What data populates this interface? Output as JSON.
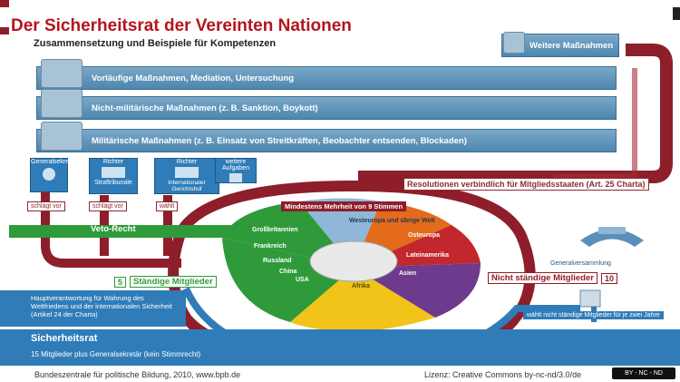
{
  "header": {
    "title": "Der Sicherheitsrat der Vereinten Nationen",
    "subtitle": "Zusammensetzung und Beispiele für Kompetenzen"
  },
  "measures": {
    "further": "Weitere Maßnahmen",
    "provisional": "Vorläufige Maßnahmen, Mediation, Untersuchung",
    "non_military": "Nicht-militärische Maßnahmen  (z. B. Sanktion, Boykott)",
    "military": "Militärische Maßnahmen (z. B. Einsatz von Streitkräften, Beobachter entsenden, Blockaden)"
  },
  "competences": {
    "secretary_general": "Generalsekretär",
    "judges_1": "Richter",
    "tribunals": "Straftribunale",
    "judges_2": "Richter",
    "icj": "Internationaler Gerichtshof",
    "further_tasks": "weitere Aufgaben",
    "proposes_1": "schlägt vor",
    "proposes_2": "schlägt vor",
    "elects": "wählt"
  },
  "council": {
    "resolutions": "Resolutionen verbindlich für Mitgliedsstaaten (Art. 25 Charta)",
    "majority": "Mindestens Mehrheit von 9 Stimmen",
    "veto": "Veto-Recht",
    "permanent_count": "5",
    "permanent_label": "Ständige Mitglieder",
    "nonpermanent_label": "Nicht ständige Mitglieder",
    "nonpermanent_count": "10",
    "responsibility": "Hauptverantwortung für Wahrung des Weltfriedens und der internationalen Sicherheit (Artikel 24 der Charta)",
    "name": "Sicherheitsrat",
    "composition": "15 Mitglieder plus Generalsekretär (kein Stimmrecht)",
    "general_assembly": "Generalversammlung",
    "elects_nonpermanent": "wählt nicht ständige Mitglieder für je zwei Jahre"
  },
  "seats": {
    "uk": "Großbritannien",
    "france": "Frankreich",
    "russia": "Russland",
    "china": "China",
    "usa": "USA",
    "weu": "Westeuropa und übrige Welt",
    "eeu": "Osteuropa",
    "latam": "Lateinamerika",
    "asia": "Asien",
    "africa": "Afrika"
  },
  "colors": {
    "title_red": "#b5141b",
    "band_blue": "#4d86ae",
    "loop_red": "#8e1e2a",
    "green": "#2f9a3a",
    "blue": "#2f7cb8",
    "yellow": "#f2c318",
    "purple": "#6d3a8e"
  },
  "footer": {
    "source": "Bundeszentrale für politische Bildung, 2010, www.bpb.de",
    "license": "Lizenz: Creative Commons by-nc-nd/3.0/de",
    "badge": "BY - NC - ND"
  }
}
